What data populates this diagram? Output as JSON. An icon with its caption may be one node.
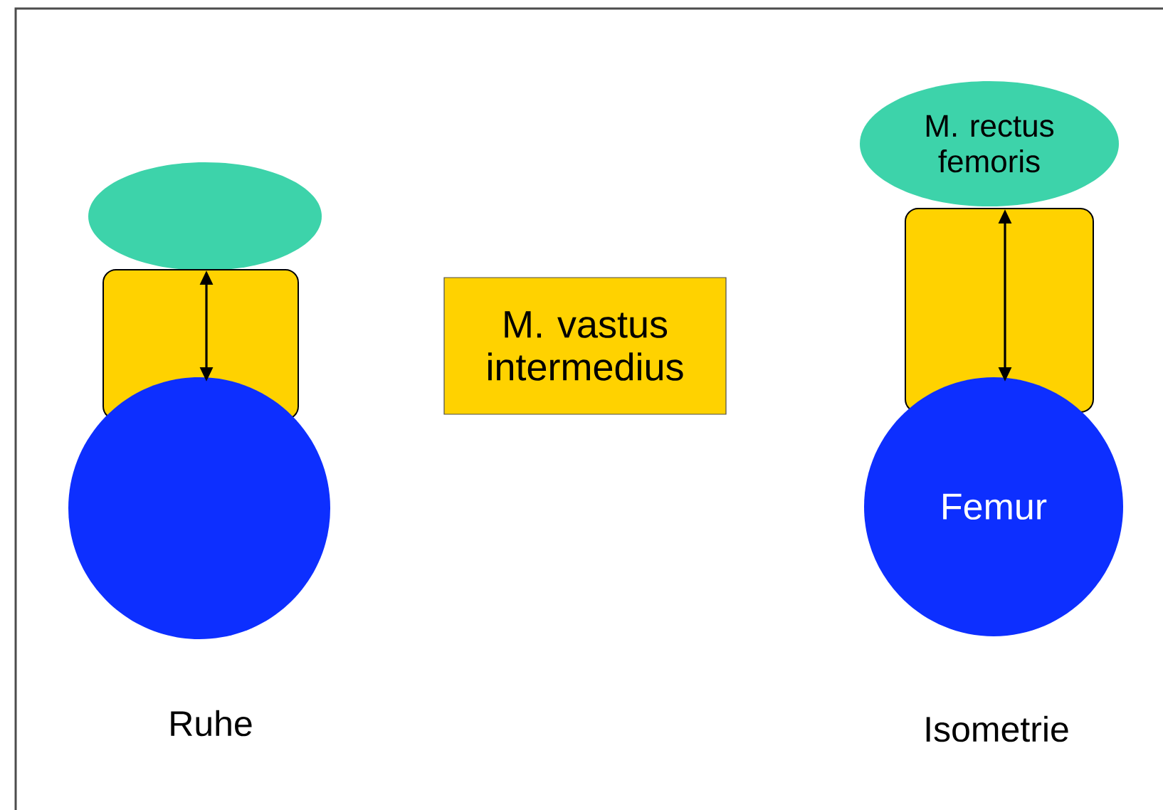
{
  "diagram": {
    "nodes": [
      {
        "text": [],
        "shape": "ellipse"
      },
      {
        "text": [],
        "shape": "box"
      },
      {
        "text": [],
        "shape": "circle"
      },
      {
        "text": [
          "M. vastus intermedius"
        ]
      },
      {
        "text": [
          "M. rectus femoris"
        ]
      },
      {
        "text": [],
        "shape": "box"
      },
      {
        "text": [
          "Femur"
        ]
      }
    ],
    "labels": [
      "Ruhe",
      "Isometrie"
    ]
  }
}
